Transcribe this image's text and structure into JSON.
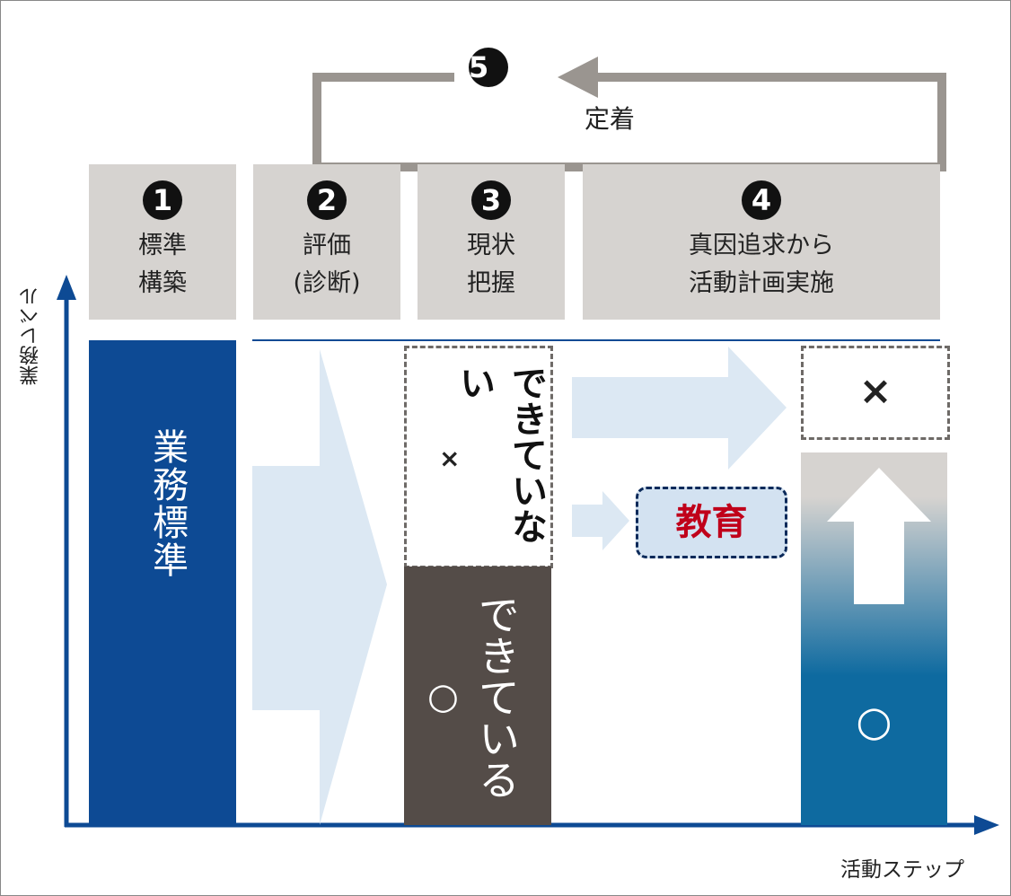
{
  "axes": {
    "y_label": "業務レベル",
    "x_label": "活動ステップ"
  },
  "loop": {
    "number": "5",
    "label": "定着"
  },
  "steps": [
    {
      "number": "1",
      "label": "標準\n構築"
    },
    {
      "number": "2",
      "label": "評価\n(診断)"
    },
    {
      "number": "3",
      "label": "現状\n把握"
    },
    {
      "number": "4",
      "label": "真因追求から\n活動計画実施"
    }
  ],
  "standard_bar": {
    "label": "業務標準"
  },
  "not_done": {
    "label": "できていない",
    "mark": "×"
  },
  "done": {
    "label": "できている",
    "mark": "○"
  },
  "education": {
    "label": "教育"
  },
  "result": {
    "cross_mark": "×",
    "circle_mark": "○"
  },
  "colors": {
    "navy": "#0d4a94",
    "gray": "#d6d3d0",
    "brown": "#544c48",
    "lightblue": "#dce8f3",
    "red": "#c0001a",
    "loop": "#9a9590"
  }
}
